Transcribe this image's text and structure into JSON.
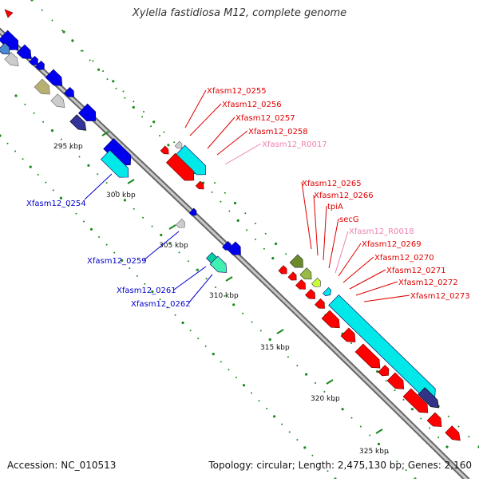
{
  "title": "Xylella fastidiosa M12, complete genome",
  "footer": {
    "accession": "Accession: NC_010513",
    "summary": "Topology: circular; Length: 2,475,130 bp; Genes: 2,160"
  },
  "colors": {
    "backbone": "#8a8a8a",
    "tick": "#1a8a1a",
    "forward_label": "#e00000",
    "reverse_label": "#0000cc",
    "rna_label": "#f080b0",
    "cds_red": "#ff0000",
    "cds_blue": "#0000ee",
    "cds_cyan": "#00e8e8",
    "cds_grey": "#cccccc"
  },
  "scale_labels": [
    "295 kbp",
    "300 kbp",
    "305 kbp",
    "310 kbp",
    "315 kbp",
    "320 kbp",
    "325 kbp"
  ],
  "forward_labels": [
    {
      "text": "Xfasm12_0255",
      "kind": "cds"
    },
    {
      "text": "Xfasm12_0256",
      "kind": "cds"
    },
    {
      "text": "Xfasm12_0257",
      "kind": "cds"
    },
    {
      "text": "Xfasm12_0258",
      "kind": "cds"
    },
    {
      "text": "Xfasm12_R0017",
      "kind": "rna"
    },
    {
      "text": "Xfasm12_0265",
      "kind": "cds"
    },
    {
      "text": "Xfasm12_0266",
      "kind": "cds"
    },
    {
      "text": "tpiA",
      "kind": "cds"
    },
    {
      "text": "secG",
      "kind": "cds"
    },
    {
      "text": "Xfasm12_R0018",
      "kind": "rna"
    },
    {
      "text": "Xfasm12_0269",
      "kind": "cds"
    },
    {
      "text": "Xfasm12_0270",
      "kind": "cds"
    },
    {
      "text": "Xfasm12_0271",
      "kind": "cds"
    },
    {
      "text": "Xfasm12_0272",
      "kind": "cds"
    },
    {
      "text": "Xfasm12_0273",
      "kind": "cds"
    }
  ],
  "reverse_labels": [
    {
      "text": "Xfasm12_0254"
    },
    {
      "text": "Xfasm12_0259"
    },
    {
      "text": "Xfasm12_0261"
    },
    {
      "text": "Xfasm12_0262"
    }
  ]
}
